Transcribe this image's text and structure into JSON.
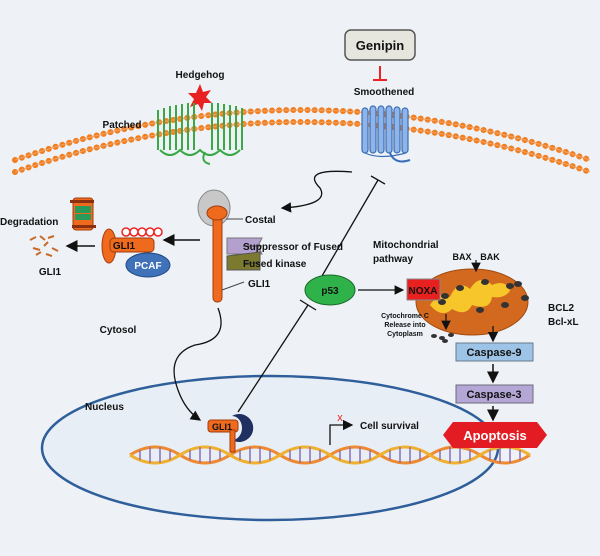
{
  "labels": {
    "genipin": "Genipin",
    "smoothened": "Smoothened",
    "hedgehog": "Hedgehog",
    "patched": "Patched",
    "costal": "Costal",
    "suppressor_of_fused": "Suppressor of Fused",
    "fused_kinase": "Fused kinase",
    "gli1_cyto": "GLI1",
    "gli1_complex": "GLI1",
    "pcaf": "PCAF",
    "degradation": "Degradation",
    "gli1_fragments": "GLI1",
    "cytosol": "Cytosol",
    "p53": "p53",
    "mito_line1": "Mitochondrial",
    "mito_line2": "pathway",
    "noxa": "NOXA",
    "bax": "BAX",
    "bak": "BAK",
    "bcl2": "BCL2",
    "bclxl": "Bcl-xL",
    "cytc_line1": "Cytochrome C",
    "cytc_line2": "Release into",
    "cytc_line3": "Cytoplasm",
    "caspase9": "Caspase-9",
    "caspase3": "Caspase-3",
    "apoptosis": "Apoptosis",
    "nucleus": "Nucleus",
    "gli1_dna": "GLI1",
    "cell_survival": "Cell survival",
    "blocked_mark": "x"
  },
  "colors": {
    "membrane": "#f07f22",
    "patched": "#3aa845",
    "smoothened": "#4a7fc1",
    "gli1": "#f06a1e",
    "pcaf": "#3f72b8",
    "p53": "#2fb24a",
    "noxa": "#e82020",
    "mitochondrion": "#d2691e",
    "caspase9": "#9dc3e6",
    "caspase3": "#b4a7d6",
    "apoptosis": "#e31b23",
    "nucleus_border": "#2f5f9a"
  }
}
